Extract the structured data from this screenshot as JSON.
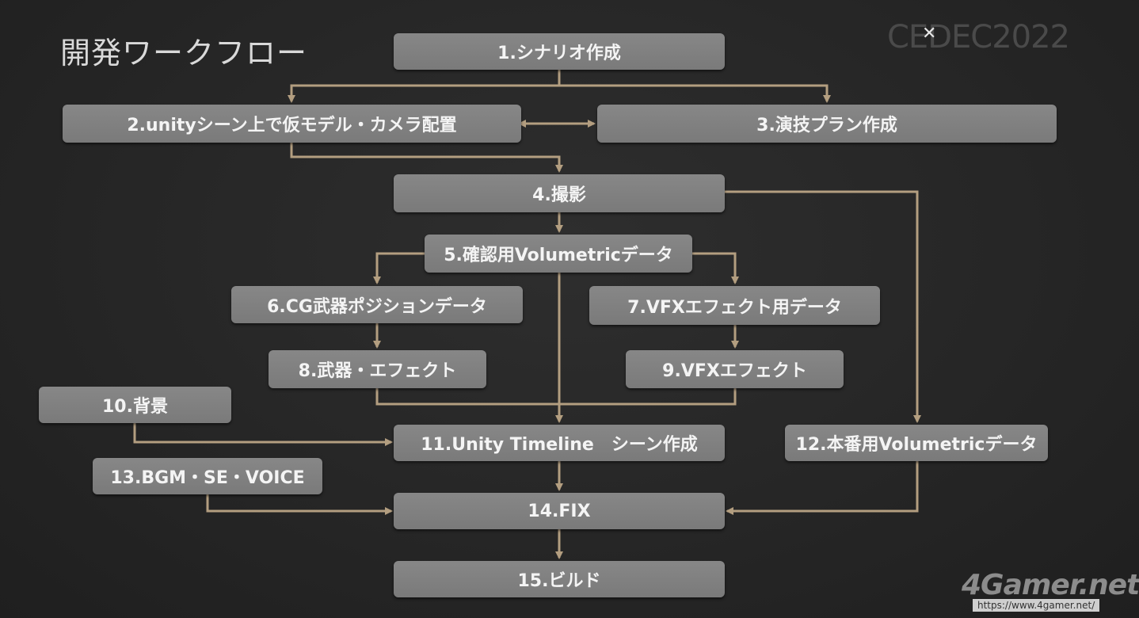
{
  "slide": {
    "title": "開発ワークフロー",
    "event_logo": "CEDEC2022",
    "site_logo": "4Gamer.net",
    "site_url": "https://www.4gamer.net/"
  },
  "colors": {
    "box": "#7f7f7f",
    "arrow": "#b39e80",
    "text": "#f4f4f4"
  },
  "nodes": {
    "n1": "1.シナリオ作成",
    "n2": "2.unityシーン上で仮モデル・カメラ配置",
    "n3": "3.演技プラン作成",
    "n4": "4.撮影",
    "n5": "5.確認用Volumetricデータ",
    "n6": "6.CG武器ポジションデータ",
    "n7": "7.VFXエフェクト用データ",
    "n8": "8.武器・エフェクト",
    "n9": "9.VFXエフェクト",
    "n10": "10.背景",
    "n11": "11.Unity Timeline　シーン作成",
    "n12": "12.本番用Volumetricデータ",
    "n13": "13.BGM・SE・VOICE",
    "n14": "14.FIX",
    "n15": "15.ビルド"
  }
}
